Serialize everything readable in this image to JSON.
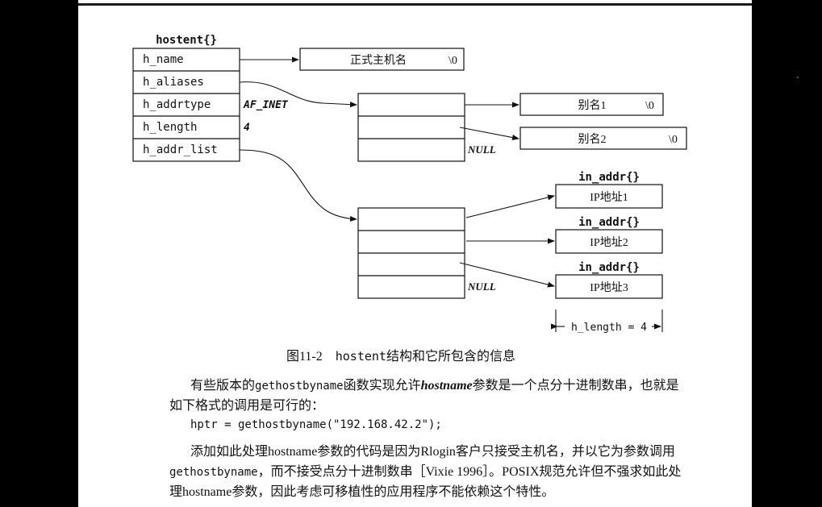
{
  "figure": {
    "struct_title": "hostent{}",
    "fields": [
      "h_name",
      "h_aliases",
      "h_addrtype",
      "h_length",
      "h_addr_list"
    ],
    "addrtype_value": "AF_INET",
    "length_value": "4",
    "official_name": "正式主机名",
    "terminator": "\\0",
    "aliases": [
      "别名1",
      "别名2"
    ],
    "null_label": "NULL",
    "in_addr_title": "in_addr{}",
    "ip_addrs": [
      "IP地址1",
      "IP地址2",
      "IP地址3"
    ],
    "h_length_label": "h_length = 4"
  },
  "caption": {
    "prefix": "图11-2",
    "code": "hostent",
    "suffix": "结构和它所包含的信息"
  },
  "body": {
    "p1_a": "有些版本的",
    "p1_code1": "gethostbyname",
    "p1_b": "函数实现允许",
    "p1_em": "hostname",
    "p1_c": "参数是一个点分十进制数串，也就是",
    "p1_line2": "如下格式的调用是可行的：",
    "code_line": "hptr = gethostbyname(\"192.168.42.2\");",
    "p2_line1": "添加如此处理hostname参数的代码是因为Rlogin客户只接受主机名，并以它为参数调用",
    "p2_code": "gethostbyname",
    "p2_line2_rest": "，而不接受点分十进制数串［Vixie 1996］。POSIX规范允许但不强求如此处",
    "p2_line3": "理hostname参数，因此考虑可移植性的应用程序不能依赖这个特性。"
  }
}
